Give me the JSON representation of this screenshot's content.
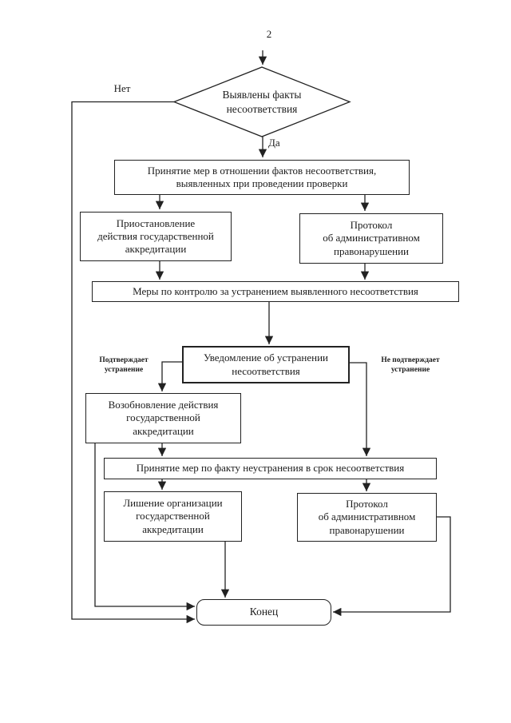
{
  "page_number": "2",
  "colors": {
    "ink": "#222222",
    "paper": "#ffffff"
  },
  "flowchart": {
    "decision": {
      "label": "Выявлены факты\nнесоответствия"
    },
    "branch_labels": {
      "no": "Нет",
      "yes": "Да",
      "confirms": "Подтверждает\nустранение",
      "not_confirms": "Не подтверждает\nустранение"
    },
    "nodes": {
      "taking_measures": "Принятие мер в отношении фактов несоответствия,\nвыявленных при проведении проверки",
      "suspension": "Приостановление\nдействия государственной\nаккредитации",
      "protocol1": "Протокол\nоб административном\nправонарушении",
      "control_measures": "Меры по контролю за устранением выявленного несоответствия",
      "notice": "Уведомление об устранении\nнесоответствия",
      "resumption": "Возобновление действия\nгосударственной\nаккредитации",
      "non_elimination_measures": "Принятие мер по факту неустранения в срок несоответствия",
      "deprivation": "Лишение организации\nгосударственной\nаккредитации",
      "protocol2": "Протокол\nоб административном\nправонарушении",
      "end": "Конец"
    }
  }
}
